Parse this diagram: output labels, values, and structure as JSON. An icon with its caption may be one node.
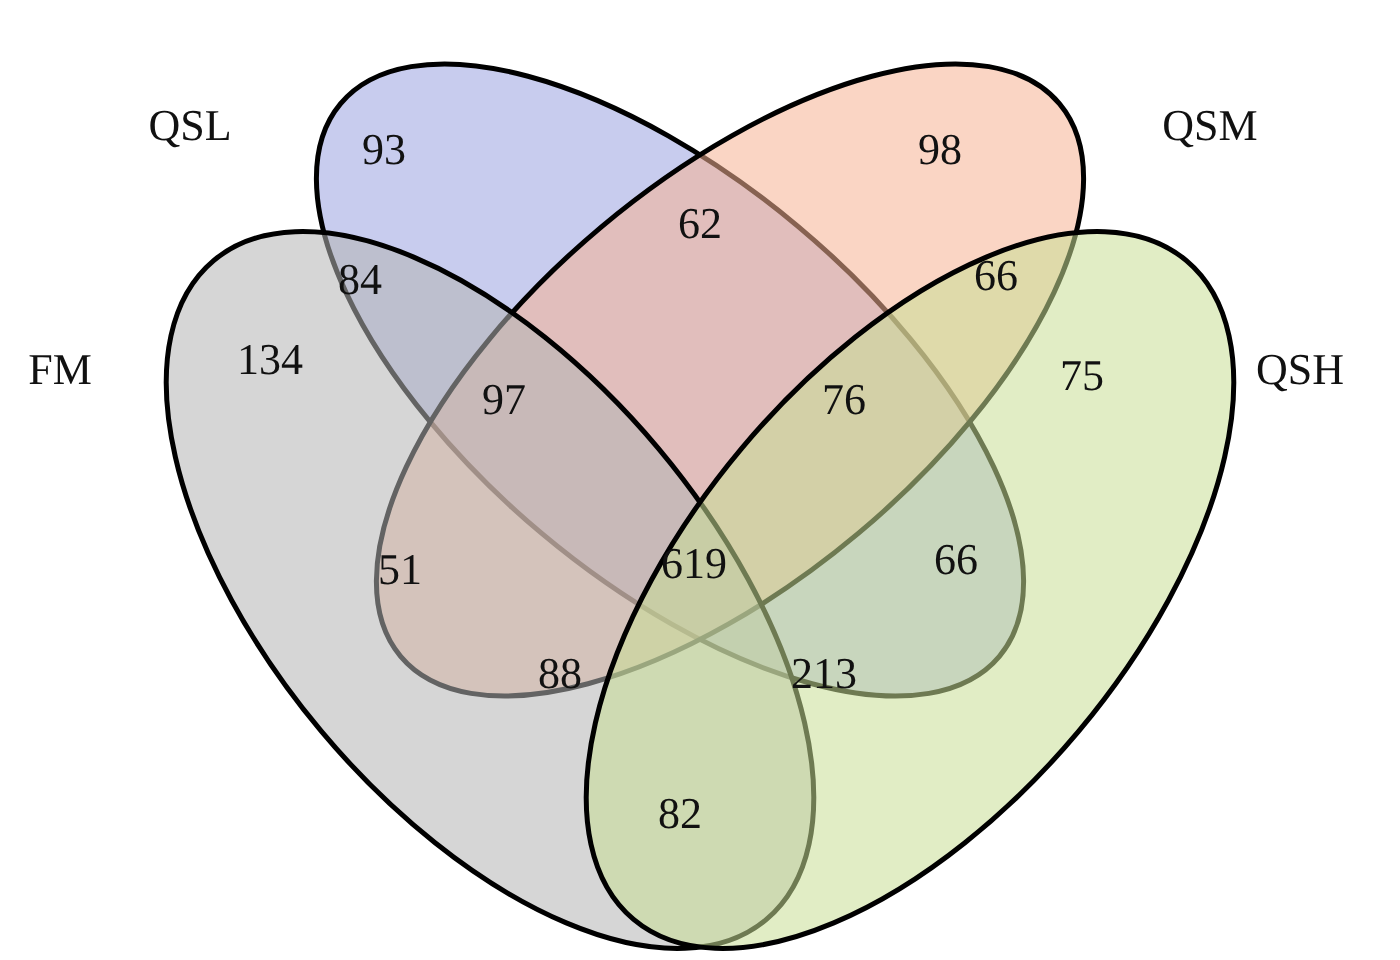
{
  "diagram": {
    "nodes": [
      {
        "text": [
          "QSL"
        ]
      },
      {
        "text": [
          "QSM"
        ]
      },
      {
        "text": [
          "FM"
        ]
      },
      {
        "text": [
          "QSH"
        ]
      }
    ],
    "labels": [
      "93",
      "98",
      "62",
      "84",
      "66",
      "134",
      "97",
      "76",
      "75",
      "51",
      "619",
      "66",
      "88",
      "213",
      "82"
    ]
  }
}
